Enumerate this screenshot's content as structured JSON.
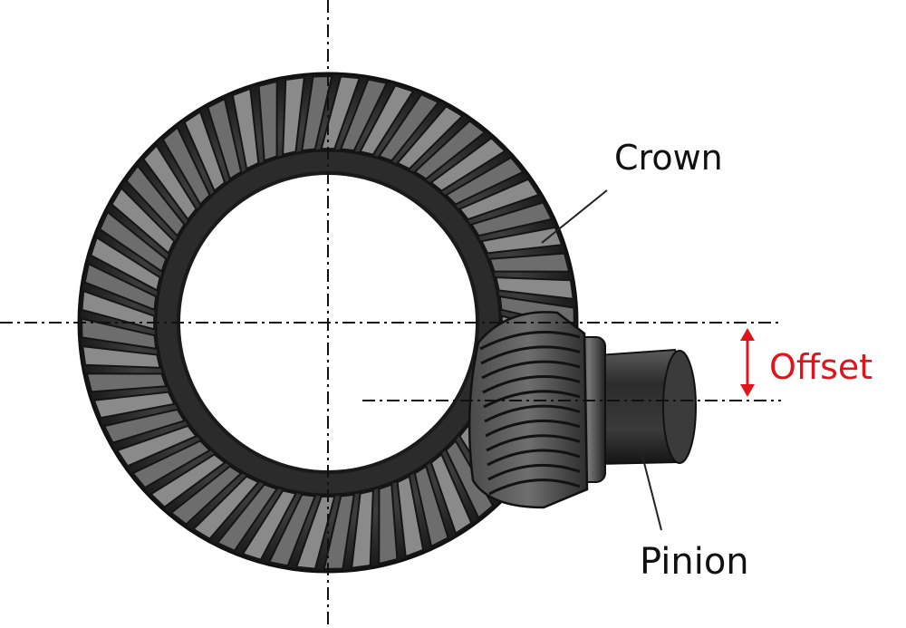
{
  "labels": {
    "crown": "Crown",
    "offset": "Offset",
    "pinion": "Pinion"
  },
  "colors": {
    "gear_dark": "#1c1c1c",
    "gear_mid": "#3a3a3a",
    "gear_light": "#9a9a9a",
    "centerline": "#111111",
    "offset_accent": "#e1141e",
    "text": "#111111"
  },
  "crown_tooth_count": 56,
  "pinion_tooth_count": 11
}
